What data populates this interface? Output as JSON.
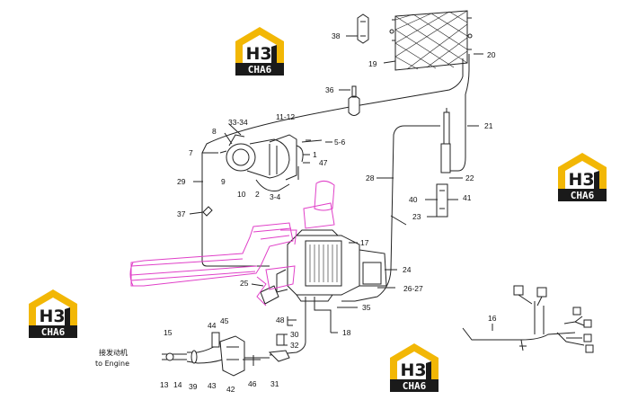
{
  "diagram": {
    "part_labels": {
      "p38": "38",
      "p19": "19",
      "p20": "20",
      "p36": "36",
      "p21": "21",
      "p33_34": "33-34",
      "p11_12": "11-12",
      "p8": "8",
      "p7": "7",
      "p5_6": "5-6",
      "p1": "1",
      "p47": "47",
      "p9": "9",
      "p10": "10",
      "p2": "2",
      "p3_4": "3-4",
      "p29": "29",
      "p28": "28",
      "p22": "22",
      "p40": "40",
      "p41": "41",
      "p23": "23",
      "p37": "37",
      "p17": "17",
      "p24": "24",
      "p26_27": "26-27",
      "p25": "25",
      "p35": "35",
      "p48": "48",
      "p18": "18",
      "p16": "16",
      "p15": "15",
      "p44": "44",
      "p45": "45",
      "p30": "30",
      "p32": "32",
      "p13": "13",
      "p14": "14",
      "p39": "39",
      "p43": "43",
      "p42": "42",
      "p46": "46",
      "p31": "31"
    },
    "engine_note_cn": "接发动机",
    "engine_note_en": "to Engine"
  },
  "watermark": {
    "line1": "H3",
    "line2": "CHA6",
    "color_gold": "#f2b705",
    "color_dark": "#1a1a1a"
  },
  "colors": {
    "duct": "#e040c8",
    "line": "#222222"
  }
}
